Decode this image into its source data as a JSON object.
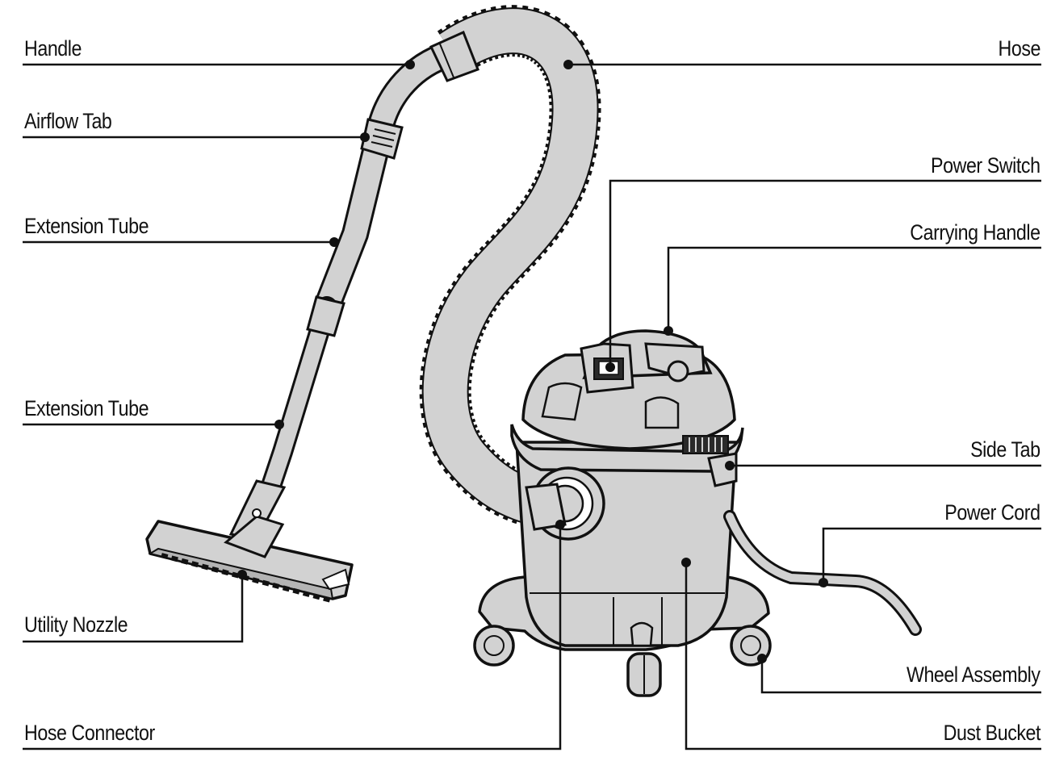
{
  "colors": {
    "line": "#111111",
    "part_fill": "#d2d2d2",
    "part_shadow": "#b4b4b4",
    "dark_detail": "#2a2a2a",
    "background": "#ffffff"
  },
  "labels": {
    "handle": "Handle",
    "airflow_tab": "Airflow Tab",
    "extension_tube_upper": "Extension Tube",
    "extension_tube_lower": "Extension Tube",
    "utility_nozzle": "Utility Nozzle",
    "hose_connector": "Hose Connector",
    "hose": "Hose",
    "power_switch": "Power Switch",
    "carrying_handle": "Carrying Handle",
    "side_tab": "Side Tab",
    "power_cord": "Power Cord",
    "wheel_assembly": "Wheel Assembly",
    "dust_bucket": "Dust Bucket"
  }
}
